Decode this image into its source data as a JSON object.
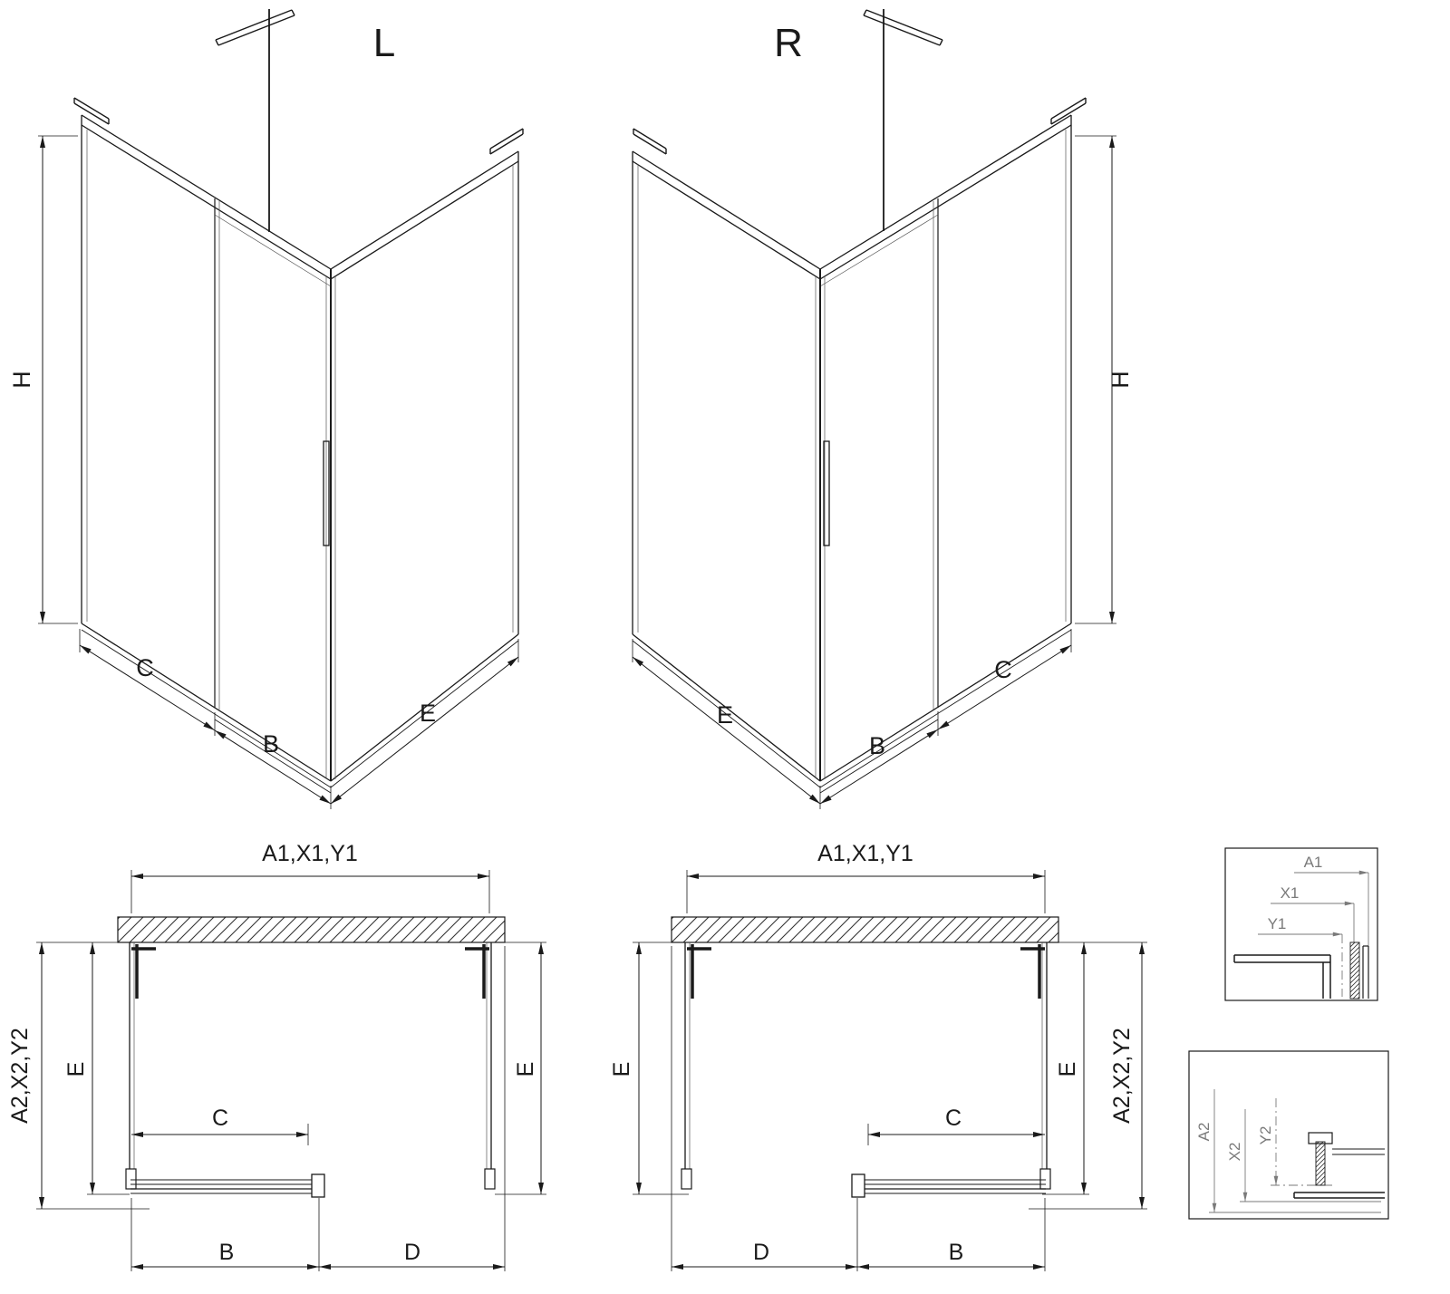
{
  "colors": {
    "line": "#1a1a1a",
    "detail": "#7a7a7a",
    "bg": "#ffffff"
  },
  "iso_left": {
    "title": "L",
    "dim_h": "H",
    "dim_c": "C",
    "dim_b": "B",
    "dim_e": "E"
  },
  "iso_right": {
    "title": "R",
    "dim_h": "H",
    "dim_e": "E",
    "dim_b": "B",
    "dim_c": "C"
  },
  "plan_left": {
    "dim_width_top": "A1,X1,Y1",
    "dim_depth_outer": "A2,X2,Y2",
    "dim_e_left": "E",
    "dim_e_right": "E",
    "dim_c": "C",
    "dim_b": "B",
    "dim_d": "D"
  },
  "plan_right": {
    "dim_width_top": "A1,X1,Y1",
    "dim_depth_outer": "A2,X2,Y2",
    "dim_e_left": "E",
    "dim_e_right": "E",
    "dim_c": "C",
    "dim_d": "D",
    "dim_b": "B"
  },
  "detail_top": {
    "dim_a1": "A1",
    "dim_x1": "X1",
    "dim_y1": "Y1"
  },
  "detail_bottom": {
    "dim_a2": "A2",
    "dim_x2": "X2",
    "dim_y2": "Y2"
  }
}
